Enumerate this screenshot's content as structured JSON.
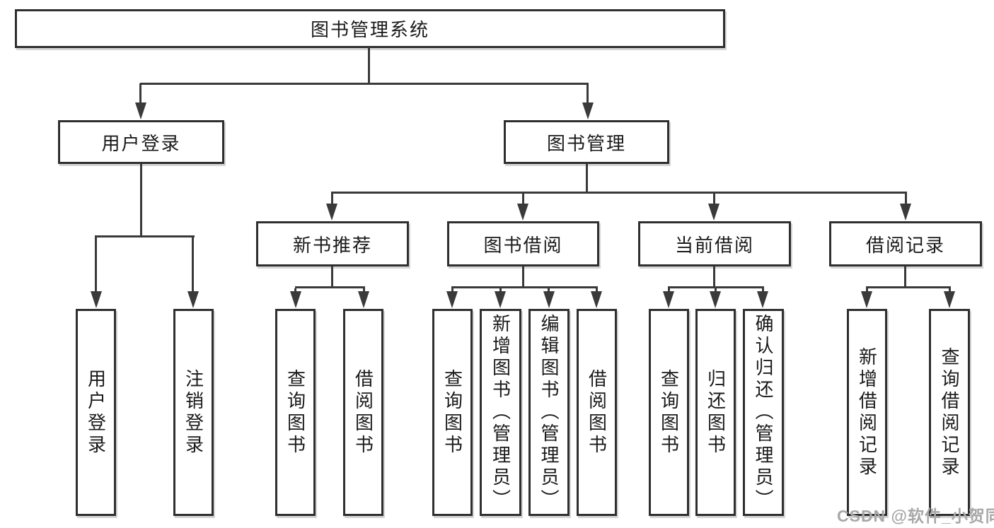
{
  "nodes": {
    "root": "图书管理系统",
    "user_login": "用户登录",
    "book_mgmt": "图书管理",
    "new_books": "新书推荐",
    "book_borrow": "图书借阅",
    "current_borrow": "当前借阅",
    "borrow_records": "借阅记录",
    "leaf_user_login": "用户登录",
    "leaf_logout": "注销登录",
    "leaf_query_books_nb": "查询图书",
    "leaf_borrow_books_nb": "借阅图书",
    "leaf_query_books_bb": "查询图书",
    "leaf_add_books": "新增图书（管理员）",
    "leaf_edit_books": "编辑图书（管理员）",
    "leaf_borrow_books_bb": "借阅图书",
    "leaf_query_books_cb": "查询图书",
    "leaf_return_books": "归还图书",
    "leaf_confirm_return": "确认归还（管理员）",
    "leaf_add_record": "新增借阅记录",
    "leaf_query_record": "查询借阅记录"
  },
  "watermark": "CSDN @软件_小贺同学",
  "colors": {
    "line": "#3a3a3a",
    "border": "#2f2f2f",
    "text": "#1a1a1a",
    "watermark": "#a8a8a8",
    "background": "#ffffff"
  }
}
